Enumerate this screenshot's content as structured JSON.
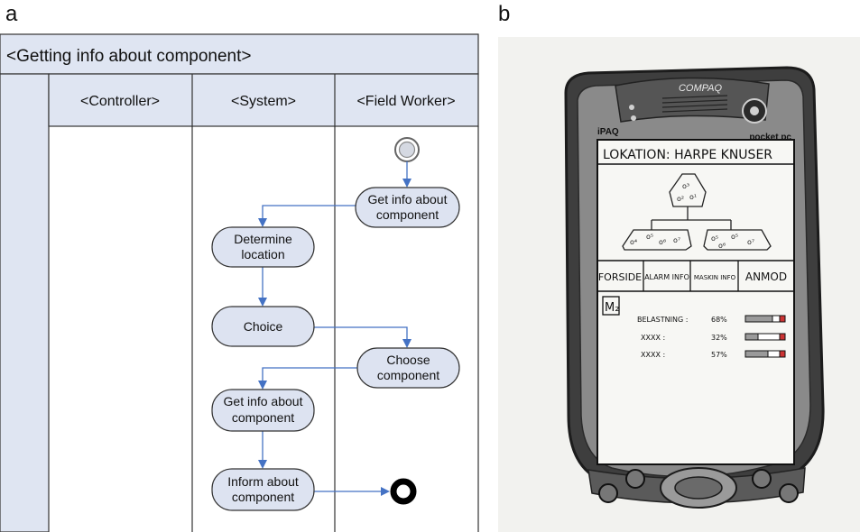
{
  "panel_a": {
    "letter": "a",
    "pool_title": "<Getting info about component>",
    "lanes": [
      "<Controller>",
      "<System>",
      "<Field Worker>"
    ],
    "activities": {
      "get_info_fw": [
        "Get info about",
        "component"
      ],
      "determine_location": [
        "Determine",
        "location"
      ],
      "choice": [
        "Choice"
      ],
      "choose_component": [
        "Choose",
        "component"
      ],
      "get_info_sys": [
        "Get info about",
        "component"
      ],
      "inform": [
        "Inform about",
        "component"
      ]
    }
  },
  "panel_b": {
    "letter": "b",
    "brand": "COMPAQ",
    "model_left": "iPAQ",
    "model_right": "pocket pc",
    "location_line": "LOKATION: HARPE KNUSER",
    "tabs": [
      "FORSIDE",
      "ALARM INFO",
      "MASKIN INFO",
      "ANMOD"
    ],
    "machine_label": "M₂",
    "rows": [
      {
        "label": "BELASTNING :",
        "value": "68%"
      },
      {
        "label": "XXXX :",
        "value": "32%"
      },
      {
        "label": "XXXX :",
        "value": "57%"
      }
    ]
  },
  "colors": {
    "lane_fill": "#dfe5f2",
    "activity_fill": "#dde3f1",
    "arrow": "#4472c4",
    "border": "#333333"
  }
}
